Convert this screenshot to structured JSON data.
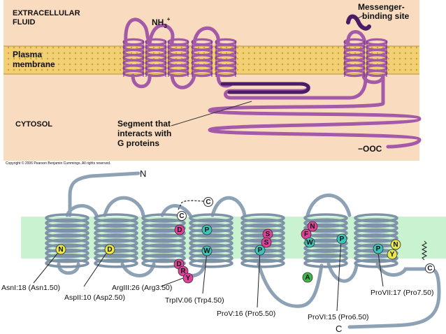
{
  "top_panel": {
    "extracellular_line1": "EXTRACELLULAR",
    "extracellular_line2": "FLUID",
    "nh3": "NH",
    "nh3_sub": "3",
    "nh3_sup": "+",
    "messenger_line1": "Messenger-",
    "messenger_line2": "binding site",
    "plasma_line1": "Plasma",
    "plasma_line2": "membrane",
    "cytosol": "CYTOSOL",
    "segment_line1": "Segment that",
    "segment_line2": "interacts with",
    "segment_line3": "G proteins",
    "ooc": "−OOC",
    "copyright": "Copyright © 2006 Pearson Benjamin Cummings. All rights reserved.",
    "colors": {
      "fluid": "#f9dcc0",
      "membrane": "#f2cf72",
      "helix": "#a45aa8",
      "segment": "#4b1d66"
    }
  },
  "bottom_panel": {
    "n_label": "N",
    "c_label": "C",
    "c_bottom": "C",
    "residues": {
      "n1": "N",
      "d2": "D",
      "d3": "D",
      "d3b": "D",
      "r3": "R",
      "y3": "Y",
      "p4": "P",
      "w4": "W",
      "s5a": "S",
      "s5b": "S",
      "p5": "P",
      "n6": "N",
      "f6": "F",
      "w6": "W",
      "a6": "A",
      "p6": "P",
      "p7": "P",
      "n7": "N",
      "y7": "Y"
    },
    "labels": {
      "tm1": "AsnI:18 (Asn1.50)",
      "tm2": "AspII:10 (Asp2.50)",
      "tm3": "ArgIII:26 (Arg3.50)",
      "tm4": "TrpIV.06 (Trp4.50)",
      "tm5": "ProV:16 (Pro5.50)",
      "tm6": "ProVI:15 (Pro6.50)",
      "tm7": "ProVII:17 (Pro7.50)"
    },
    "colors": {
      "membrane": "#c9f2d0",
      "helix": "#7f93a8",
      "yellow": "#e8e84a",
      "pink": "#e0409a",
      "cyan": "#3cc4b8",
      "green": "#3fb84a"
    }
  }
}
